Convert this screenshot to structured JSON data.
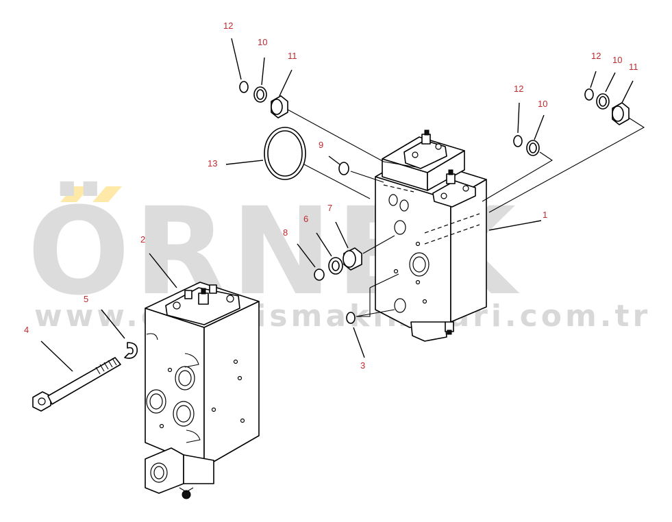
{
  "watermark": {
    "brand": "ÖRNEK",
    "url": "www.ornekismakinalari.com.tr",
    "accent_color": "#ffe9a8",
    "text_color": "#dcdcdc"
  },
  "callouts": [
    {
      "id": "c1",
      "label": "1"
    },
    {
      "id": "c2",
      "label": "2"
    },
    {
      "id": "c3",
      "label": "3"
    },
    {
      "id": "c4",
      "label": "4"
    },
    {
      "id": "c5",
      "label": "5"
    },
    {
      "id": "c6",
      "label": "6"
    },
    {
      "id": "c7",
      "label": "7"
    },
    {
      "id": "c8",
      "label": "8"
    },
    {
      "id": "c9",
      "label": "9"
    },
    {
      "id": "c10a",
      "label": "10"
    },
    {
      "id": "c11a",
      "label": "11"
    },
    {
      "id": "c12a",
      "label": "12"
    },
    {
      "id": "c13",
      "label": "13"
    },
    {
      "id": "c12b",
      "label": "12"
    },
    {
      "id": "c10b",
      "label": "10"
    },
    {
      "id": "c12c",
      "label": "12"
    },
    {
      "id": "c10c",
      "label": "10"
    },
    {
      "id": "c11c",
      "label": "11"
    }
  ],
  "colors": {
    "callout": "#c0282d",
    "line": "#000000"
  }
}
